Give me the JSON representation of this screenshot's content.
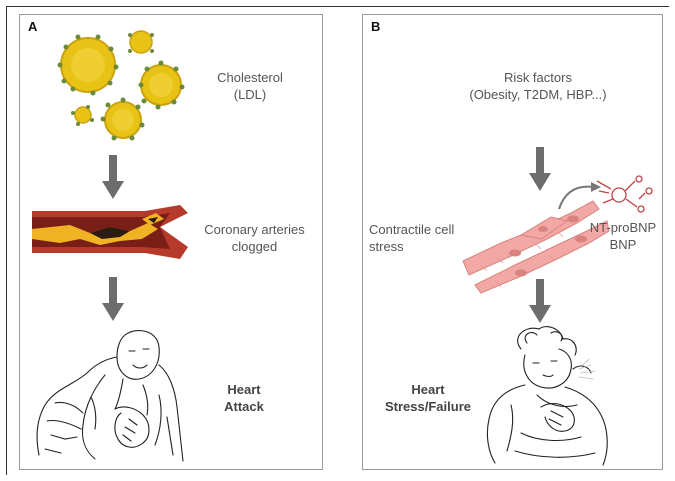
{
  "panels": {
    "a": {
      "letter": "A",
      "cholesterol": {
        "line1": "Cholesterol",
        "line2": "(LDL)"
      },
      "arteries": {
        "line1": "Coronary arteries",
        "line2": "clogged"
      },
      "outcome": {
        "line1": "Heart",
        "line2": "Attack"
      }
    },
    "b": {
      "letter": "B",
      "risk": {
        "line1": "Risk factors",
        "line2": "(Obesity, T2DM, HBP...)"
      },
      "cells": {
        "line1": "Contractile cell",
        "line2": "stress"
      },
      "markers": {
        "line1": "NT-proBNP",
        "line2": "BNP"
      },
      "outcome": {
        "line1": "Heart",
        "line2": "Stress/Failure"
      }
    }
  },
  "colors": {
    "cholesterol_fill": "#e8c315",
    "cholesterol_dots": "#6b8a3a",
    "artery_red": "#b63a2c",
    "plaque_yellow": "#f0b323",
    "cell_pink": "#f2a9a6",
    "arrow_gray": "#6d6d6d"
  }
}
